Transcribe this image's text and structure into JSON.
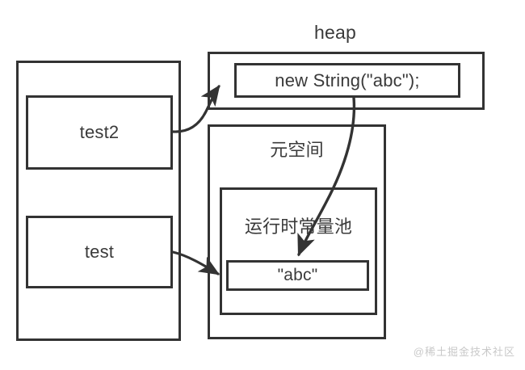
{
  "diagram": {
    "title": "heap",
    "heap": {
      "label": "heap",
      "object_box": "new String(\"abc\");"
    },
    "stack": {
      "variables": [
        {
          "name": "test2"
        },
        {
          "name": "test"
        }
      ]
    },
    "metaspace": {
      "label": "元空间",
      "constant_pool": {
        "label": "运行时常量池",
        "entry": "\"abc\""
      }
    },
    "arrows": [
      {
        "name": "test2-to-heap-object",
        "from": "test2",
        "to": "new String(\"abc\");"
      },
      {
        "name": "heap-object-to-pool-entry",
        "from": "new String(\"abc\");",
        "to": "\"abc\""
      },
      {
        "name": "test-to-pool-entry",
        "from": "test",
        "to": "\"abc\""
      }
    ]
  },
  "watermark": {
    "text": "@稀土掘金技术社区"
  },
  "colors": {
    "stroke": "#333333",
    "text": "#3a3a3a",
    "background": "#ffffff",
    "watermark": "#c9c9c9"
  }
}
